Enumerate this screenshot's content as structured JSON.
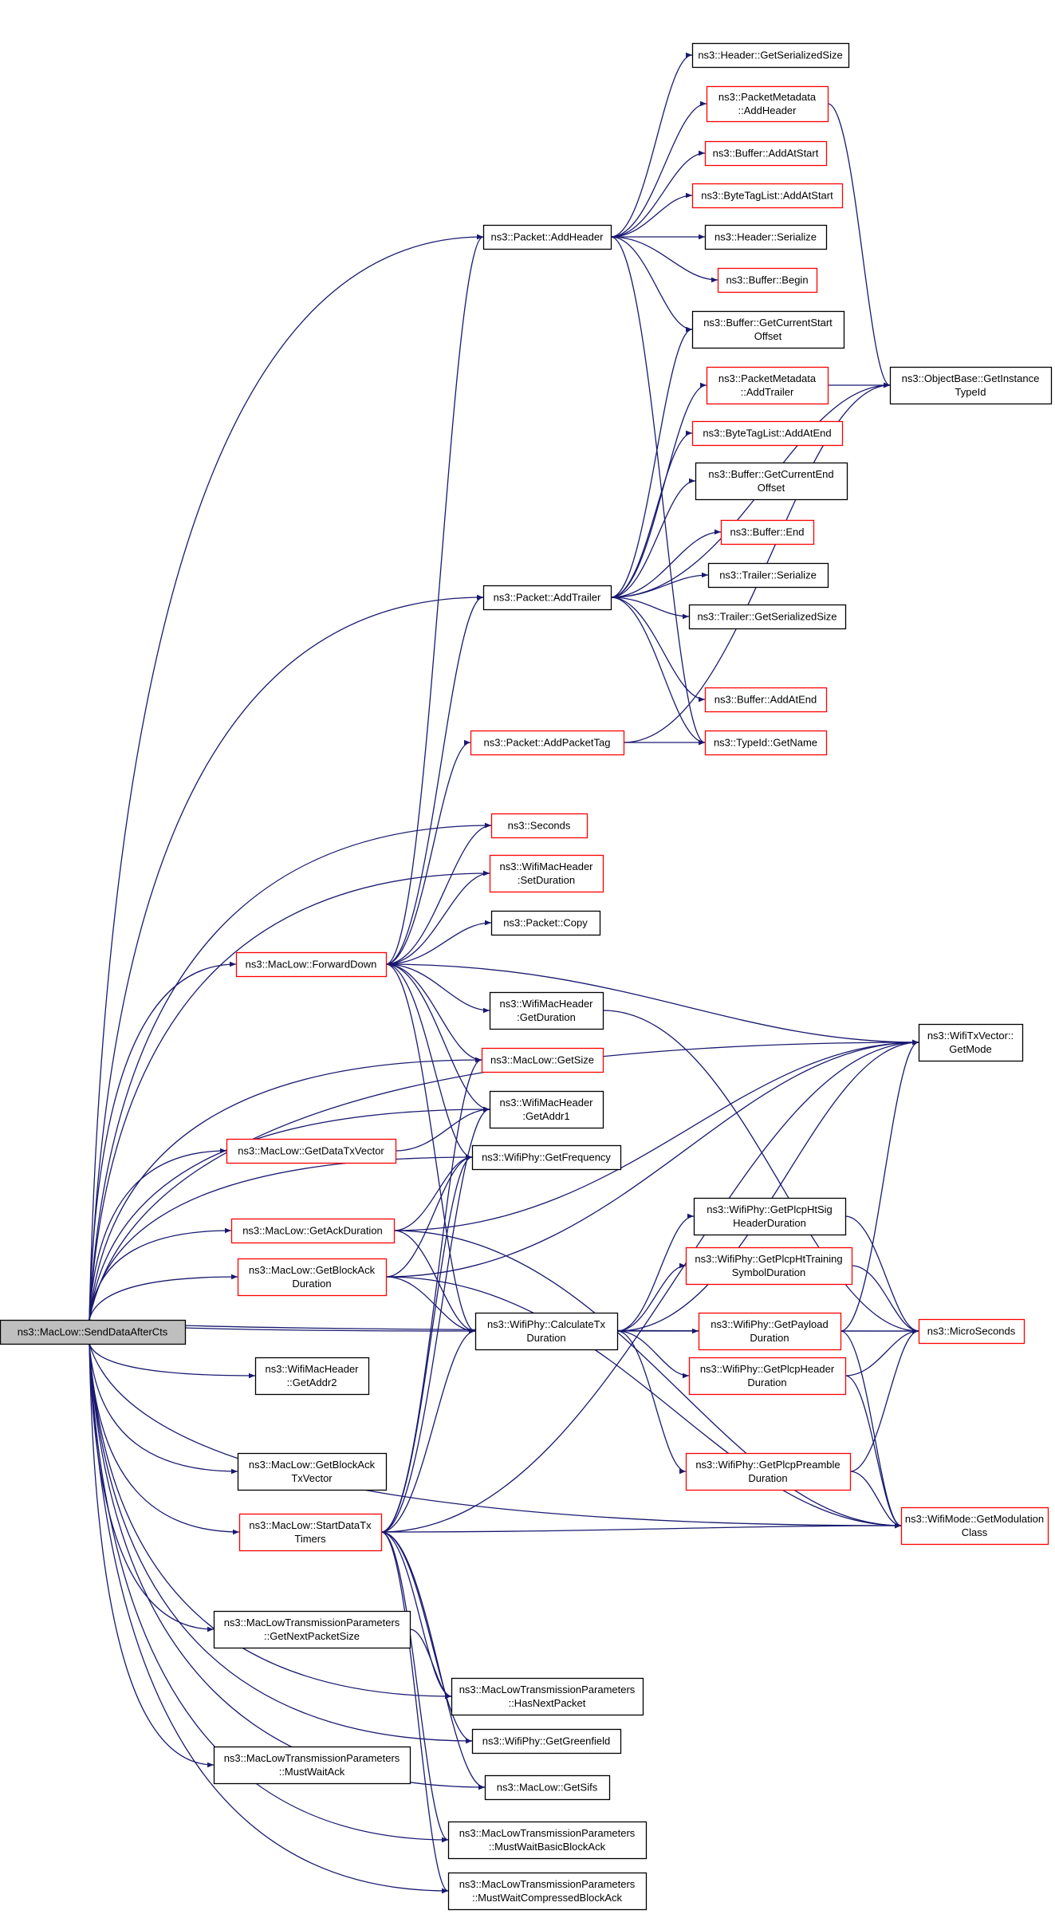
{
  "graph": {
    "nodes": [
      {
        "id": "root",
        "lines": [
          "ns3::MacLow::SendDataAfterCts"
        ],
        "style": "root"
      },
      {
        "id": "addheader",
        "lines": [
          "ns3::Packet::AddHeader"
        ],
        "style": "black"
      },
      {
        "id": "hdr_getsersize",
        "lines": [
          "ns3::Header::GetSerializedSize"
        ],
        "style": "black"
      },
      {
        "id": "pm_addheader",
        "lines": [
          "ns3::PacketMetadata",
          "::AddHeader"
        ],
        "style": "red"
      },
      {
        "id": "buf_addatstart",
        "lines": [
          "ns3::Buffer::AddAtStart"
        ],
        "style": "red"
      },
      {
        "id": "btl_addatstart",
        "lines": [
          "ns3::ByteTagList::AddAtStart"
        ],
        "style": "red"
      },
      {
        "id": "hdr_serialize",
        "lines": [
          "ns3::Header::Serialize"
        ],
        "style": "black"
      },
      {
        "id": "buf_begin",
        "lines": [
          "ns3::Buffer::Begin"
        ],
        "style": "red"
      },
      {
        "id": "buf_getcurstart",
        "lines": [
          "ns3::Buffer::GetCurrentStart",
          "Offset"
        ],
        "style": "black"
      },
      {
        "id": "pm_addtrailer",
        "lines": [
          "ns3::PacketMetadata",
          "::AddTrailer"
        ],
        "style": "red"
      },
      {
        "id": "objbase",
        "lines": [
          "ns3::ObjectBase::GetInstance",
          "TypeId"
        ],
        "style": "black"
      },
      {
        "id": "btl_addatend",
        "lines": [
          "ns3::ByteTagList::AddAtEnd"
        ],
        "style": "red"
      },
      {
        "id": "buf_getcurend",
        "lines": [
          "ns3::Buffer::GetCurrentEnd",
          "Offset"
        ],
        "style": "black"
      },
      {
        "id": "buf_end",
        "lines": [
          "ns3::Buffer::End"
        ],
        "style": "red"
      },
      {
        "id": "addtrailer",
        "lines": [
          "ns3::Packet::AddTrailer"
        ],
        "style": "black"
      },
      {
        "id": "trl_serialize",
        "lines": [
          "ns3::Trailer::Serialize"
        ],
        "style": "black"
      },
      {
        "id": "trl_getsersize",
        "lines": [
          "ns3::Trailer::GetSerializedSize"
        ],
        "style": "black"
      },
      {
        "id": "buf_addatend",
        "lines": [
          "ns3::Buffer::AddAtEnd"
        ],
        "style": "red"
      },
      {
        "id": "addpackettag",
        "lines": [
          "ns3::Packet::AddPacketTag"
        ],
        "style": "red"
      },
      {
        "id": "typeid_getname",
        "lines": [
          "ns3::TypeId::GetName"
        ],
        "style": "red"
      },
      {
        "id": "seconds",
        "lines": [
          "ns3::Seconds"
        ],
        "style": "red"
      },
      {
        "id": "wmh_setduration",
        "lines": [
          "ns3::WifiMacHeader",
          ":SetDuration"
        ],
        "style": "red"
      },
      {
        "id": "pkt_copy",
        "lines": [
          "ns3::Packet::Copy"
        ],
        "style": "black"
      },
      {
        "id": "forwarddown",
        "lines": [
          "ns3::MacLow::ForwardDown"
        ],
        "style": "red"
      },
      {
        "id": "wmh_getduration",
        "lines": [
          "ns3::WifiMacHeader",
          ":GetDuration"
        ],
        "style": "black"
      },
      {
        "id": "wtxv_getmode",
        "lines": [
          "ns3::WifiTxVector::",
          "GetMode"
        ],
        "style": "black"
      },
      {
        "id": "getsize",
        "lines": [
          "ns3::MacLow::GetSize"
        ],
        "style": "red"
      },
      {
        "id": "getdatatxvector",
        "lines": [
          "ns3::MacLow::GetDataTxVector"
        ],
        "style": "red"
      },
      {
        "id": "wmh_getaddr1",
        "lines": [
          "ns3::WifiMacHeader",
          ":GetAddr1"
        ],
        "style": "black"
      },
      {
        "id": "getfrequency",
        "lines": [
          "ns3::WifiPhy::GetFrequency"
        ],
        "style": "black"
      },
      {
        "id": "getackduration",
        "lines": [
          "ns3::MacLow::GetAckDuration"
        ],
        "style": "red"
      },
      {
        "id": "getplcphtsig",
        "lines": [
          "ns3::WifiPhy::GetPlcpHtSig",
          "HeaderDuration"
        ],
        "style": "black"
      },
      {
        "id": "getblockackduration",
        "lines": [
          "ns3::MacLow::GetBlockAck",
          "Duration"
        ],
        "style": "red"
      },
      {
        "id": "getplcphttraining",
        "lines": [
          "ns3::WifiPhy::GetPlcpHtTraining",
          "SymbolDuration"
        ],
        "style": "red"
      },
      {
        "id": "calctxduration",
        "lines": [
          "ns3::WifiPhy::CalculateTx",
          "Duration"
        ],
        "style": "black"
      },
      {
        "id": "getpayloadduration",
        "lines": [
          "ns3::WifiPhy::GetPayload",
          "Duration"
        ],
        "style": "red"
      },
      {
        "id": "microseconds",
        "lines": [
          "ns3::MicroSeconds"
        ],
        "style": "red"
      },
      {
        "id": "wmh_getaddr2",
        "lines": [
          "ns3::WifiMacHeader",
          "::GetAddr2"
        ],
        "style": "black"
      },
      {
        "id": "getplcpheader",
        "lines": [
          "ns3::WifiPhy::GetPlcpHeader",
          "Duration"
        ],
        "style": "red"
      },
      {
        "id": "getblockacktxvector",
        "lines": [
          "ns3::MacLow::GetBlockAck",
          "TxVector"
        ],
        "style": "black"
      },
      {
        "id": "getplcppreamble",
        "lines": [
          "ns3::WifiPhy::GetPlcpPreamble",
          "Duration"
        ],
        "style": "red"
      },
      {
        "id": "starttimers",
        "lines": [
          "ns3::MacLow::StartDataTx",
          "Timers"
        ],
        "style": "red"
      },
      {
        "id": "getmodclass",
        "lines": [
          "ns3::WifiMode::GetModulation",
          "Class"
        ],
        "style": "red"
      },
      {
        "id": "mltp_getnextsize",
        "lines": [
          "ns3::MacLowTransmissionParameters",
          "::GetNextPacketSize"
        ],
        "style": "black"
      },
      {
        "id": "mltp_hasnext",
        "lines": [
          "ns3::MacLowTransmissionParameters",
          "::HasNextPacket"
        ],
        "style": "black"
      },
      {
        "id": "getgreenfield",
        "lines": [
          "ns3::WifiPhy::GetGreenfield"
        ],
        "style": "black"
      },
      {
        "id": "mltp_mustwaitack",
        "lines": [
          "ns3::MacLowTransmissionParameters",
          "::MustWaitAck"
        ],
        "style": "black"
      },
      {
        "id": "getsifs",
        "lines": [
          "ns3::MacLow::GetSifs"
        ],
        "style": "black"
      },
      {
        "id": "mltp_mustwaitbasic",
        "lines": [
          "ns3::MacLowTransmissionParameters",
          "::MustWaitBasicBlockAck"
        ],
        "style": "black"
      },
      {
        "id": "mltp_mustwaitcomp",
        "lines": [
          "ns3::MacLowTransmissionParameters",
          "::MustWaitCompressedBlockAck"
        ],
        "style": "black"
      }
    ],
    "edges": [
      [
        "root",
        "addheader"
      ],
      [
        "root",
        "addtrailer"
      ],
      [
        "root",
        "wtxv_getmode"
      ],
      [
        "root",
        "seconds"
      ],
      [
        "root",
        "wmh_setduration"
      ],
      [
        "root",
        "forwarddown"
      ],
      [
        "root",
        "getsize"
      ],
      [
        "root",
        "wmh_getaddr1"
      ],
      [
        "root",
        "getdatatxvector"
      ],
      [
        "root",
        "getfrequency"
      ],
      [
        "root",
        "getackduration"
      ],
      [
        "root",
        "getblockackduration"
      ],
      [
        "root",
        "calctxduration"
      ],
      [
        "root",
        "wmh_getaddr2"
      ],
      [
        "root",
        "microseconds"
      ],
      [
        "root",
        "getblockacktxvector"
      ],
      [
        "root",
        "starttimers"
      ],
      [
        "root",
        "getmodclass"
      ],
      [
        "root",
        "mltp_getnextsize"
      ],
      [
        "root",
        "mltp_hasnext"
      ],
      [
        "root",
        "getgreenfield"
      ],
      [
        "root",
        "mltp_mustwaitack"
      ],
      [
        "root",
        "getsifs"
      ],
      [
        "root",
        "mltp_mustwaitbasic"
      ],
      [
        "root",
        "mltp_mustwaitcomp"
      ],
      [
        "addheader",
        "hdr_getsersize"
      ],
      [
        "addheader",
        "pm_addheader"
      ],
      [
        "addheader",
        "buf_addatstart"
      ],
      [
        "addheader",
        "btl_addatstart"
      ],
      [
        "addheader",
        "hdr_serialize"
      ],
      [
        "addheader",
        "buf_begin"
      ],
      [
        "addheader",
        "buf_getcurstart"
      ],
      [
        "addheader",
        "typeid_getname"
      ],
      [
        "pm_addheader",
        "objbase"
      ],
      [
        "pm_addtrailer",
        "objbase"
      ],
      [
        "addtrailer",
        "buf_getcurstart"
      ],
      [
        "addtrailer",
        "pm_addtrailer"
      ],
      [
        "addtrailer",
        "btl_addatend"
      ],
      [
        "addtrailer",
        "buf_getcurend"
      ],
      [
        "addtrailer",
        "buf_end"
      ],
      [
        "addtrailer",
        "trl_serialize"
      ],
      [
        "addtrailer",
        "trl_getsersize"
      ],
      [
        "addtrailer",
        "buf_addatend"
      ],
      [
        "addtrailer",
        "typeid_getname"
      ],
      [
        "addtrailer",
        "objbase"
      ],
      [
        "addpackettag",
        "typeid_getname"
      ],
      [
        "addpackettag",
        "objbase"
      ],
      [
        "forwarddown",
        "addheader"
      ],
      [
        "forwarddown",
        "addtrailer"
      ],
      [
        "forwarddown",
        "addpackettag"
      ],
      [
        "forwarddown",
        "seconds"
      ],
      [
        "forwarddown",
        "wmh_setduration"
      ],
      [
        "forwarddown",
        "pkt_copy"
      ],
      [
        "forwarddown",
        "wtxv_getmode"
      ],
      [
        "forwarddown",
        "wmh_getduration"
      ],
      [
        "forwarddown",
        "getsize"
      ],
      [
        "forwarddown",
        "wmh_getaddr1"
      ],
      [
        "forwarddown",
        "getfrequency"
      ],
      [
        "forwarddown",
        "calctxduration"
      ],
      [
        "wmh_getduration",
        "microseconds"
      ],
      [
        "getdatatxvector",
        "wmh_getaddr1"
      ],
      [
        "getackduration",
        "getfrequency"
      ],
      [
        "getackduration",
        "wtxv_getmode"
      ],
      [
        "getackduration",
        "calctxduration"
      ],
      [
        "getackduration",
        "getmodclass"
      ],
      [
        "getblockackduration",
        "getfrequency"
      ],
      [
        "getblockackduration",
        "wtxv_getmode"
      ],
      [
        "getblockackduration",
        "calctxduration"
      ],
      [
        "getblockackduration",
        "getmodclass"
      ],
      [
        "calctxduration",
        "wtxv_getmode"
      ],
      [
        "calctxduration",
        "getplcphtsig"
      ],
      [
        "calctxduration",
        "getplcphttraining"
      ],
      [
        "calctxduration",
        "getpayloadduration"
      ],
      [
        "calctxduration",
        "getplcpheader"
      ],
      [
        "calctxduration",
        "getplcppreamble"
      ],
      [
        "getplcphtsig",
        "microseconds"
      ],
      [
        "getplcphttraining",
        "microseconds"
      ],
      [
        "getpayloadduration",
        "microseconds"
      ],
      [
        "getpayloadduration",
        "wtxv_getmode"
      ],
      [
        "getpayloadduration",
        "getmodclass"
      ],
      [
        "getplcpheader",
        "microseconds"
      ],
      [
        "getplcpheader",
        "getmodclass"
      ],
      [
        "getplcppreamble",
        "microseconds"
      ],
      [
        "getplcppreamble",
        "getmodclass"
      ],
      [
        "starttimers",
        "getsize"
      ],
      [
        "starttimers",
        "wmh_getaddr1"
      ],
      [
        "starttimers",
        "getfrequency"
      ],
      [
        "starttimers",
        "calctxduration"
      ],
      [
        "starttimers",
        "wtxv_getmode"
      ],
      [
        "starttimers",
        "getmodclass"
      ],
      [
        "starttimers",
        "mltp_hasnext"
      ],
      [
        "starttimers",
        "getgreenfield"
      ],
      [
        "starttimers",
        "getsifs"
      ],
      [
        "starttimers",
        "mltp_mustwaitbasic"
      ],
      [
        "starttimers",
        "mltp_mustwaitcomp"
      ],
      [
        "mltp_getnextsize",
        "mltp_hasnext"
      ]
    ],
    "colors": {
      "edge": "#191970",
      "red_border": "#ff0000",
      "black_border": "#000000",
      "root_fill": "#bfbfbf",
      "fill": "#ffffff"
    }
  }
}
